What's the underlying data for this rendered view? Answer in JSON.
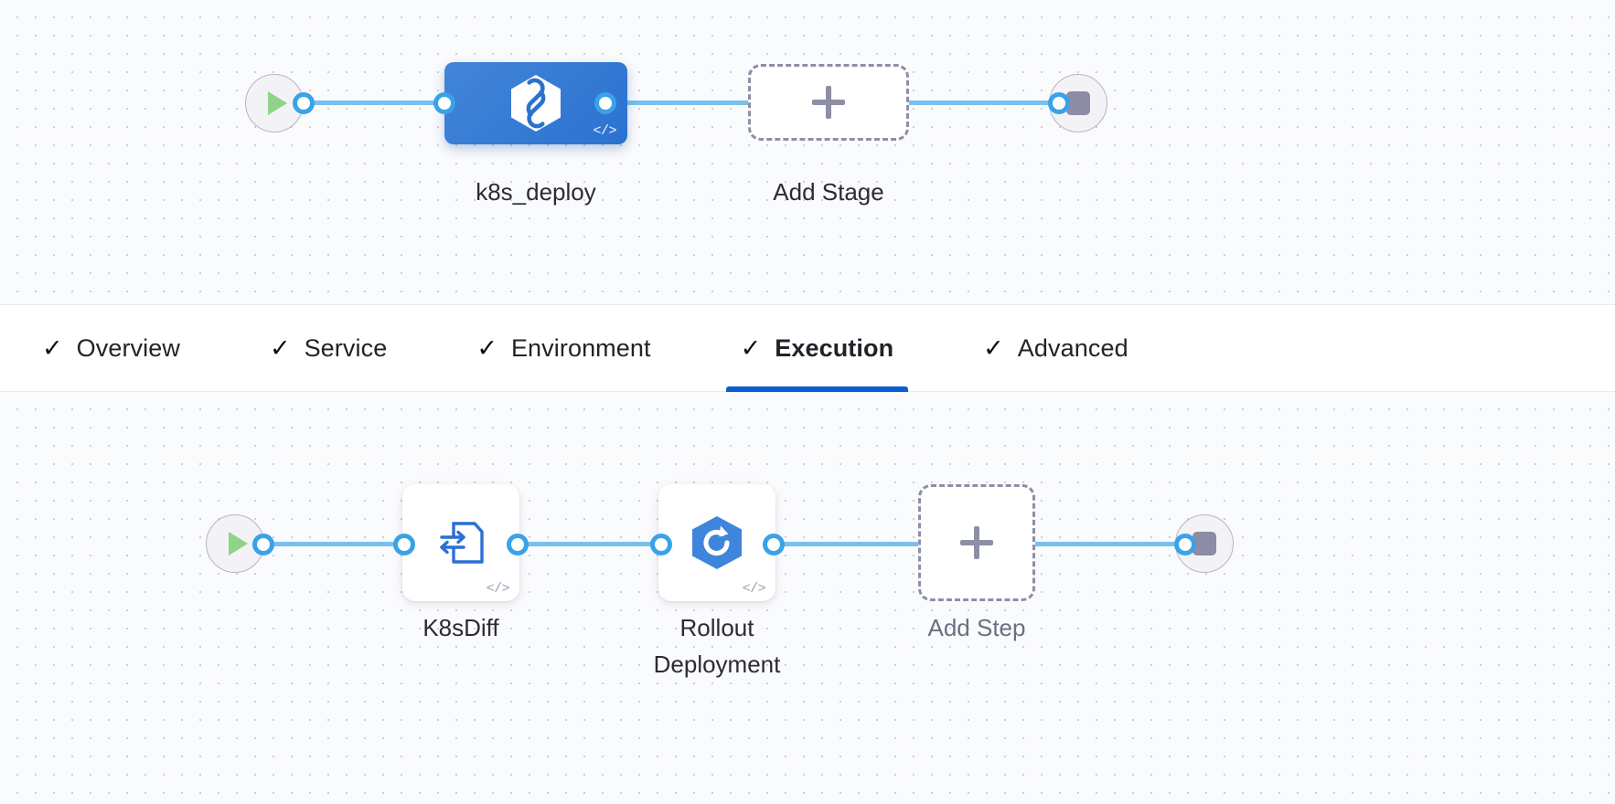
{
  "canvas": {
    "grid_dot_color": "#c9ced9",
    "background_color": "#fafbfd",
    "edge_color": "#79c0ee",
    "port_color": "#3aa2e8"
  },
  "stage_row": {
    "start_node": {
      "name": "pipeline-start",
      "icon": "play-icon"
    },
    "end_node": {
      "name": "pipeline-end",
      "icon": "stop-icon"
    },
    "stages": [
      {
        "label": "k8s_deploy",
        "icon": "harness-hexagon-icon",
        "code_badge": "</>",
        "accent_color": "#2b72d0",
        "selected": true
      }
    ],
    "add_stage": {
      "label": "Add Stage",
      "icon": "plus-icon"
    }
  },
  "tabs": {
    "items": [
      {
        "label": "Overview",
        "check": "✓",
        "active": false
      },
      {
        "label": "Service",
        "check": "✓",
        "active": false
      },
      {
        "label": "Environment",
        "check": "✓",
        "active": false
      },
      {
        "label": "Execution",
        "check": "✓",
        "active": true
      },
      {
        "label": "Advanced",
        "check": "✓",
        "active": false
      }
    ],
    "active_underline_color": "#0b5cd8"
  },
  "step_row": {
    "start_node": {
      "name": "execution-start",
      "icon": "play-icon"
    },
    "end_node": {
      "name": "execution-end",
      "icon": "stop-icon"
    },
    "steps": [
      {
        "label": "K8sDiff",
        "icon": "k8s-diff-document-icon",
        "code_badge": "</>",
        "accent_color": "#2b72d0"
      },
      {
        "label": "Rollout\nDeployment",
        "icon": "rollout-hexagon-icon",
        "code_badge": "</>",
        "accent_color": "#4085dd"
      }
    ],
    "add_step": {
      "label": "Add Step",
      "icon": "plus-icon"
    }
  }
}
